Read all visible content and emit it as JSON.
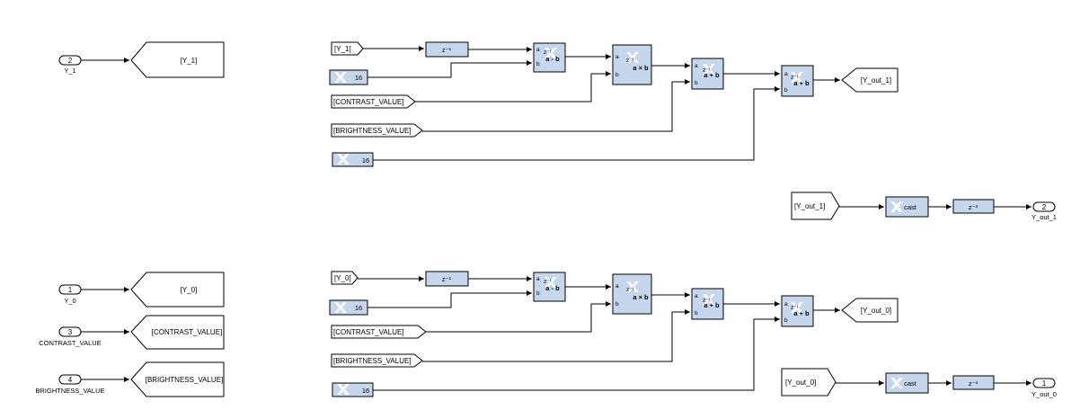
{
  "inports": [
    {
      "num": "2",
      "name": "Y_1"
    },
    {
      "num": "1",
      "name": "Y_0"
    },
    {
      "num": "3",
      "name": "CONTRAST_VALUE"
    },
    {
      "num": "4",
      "name": "BRIGHTNESS_VALUE"
    }
  ],
  "goto_tags": [
    "[Y_1]",
    "[Y_0]",
    "[CONTRAST_VALUE]",
    "[BRIGHTNESS_VALUE]"
  ],
  "channels": [
    {
      "from_y": "[Y_1]",
      "const_a": "16",
      "from_contrast": "[CONTRAST_VALUE]",
      "from_brightness": "[BRIGHTNESS_VALUE]",
      "const_b": "16",
      "goto_out": "[Y_out_1]"
    },
    {
      "from_y": "[Y_0]",
      "const_a": "16",
      "from_contrast": "[CONTRAST_VALUE]",
      "from_brightness": "[BRIGHTNESS_VALUE]",
      "const_b": "16",
      "goto_out": "[Y_out_0]"
    }
  ],
  "output_paths": [
    {
      "from_tag": "[Y_out_1]",
      "cast": "cast",
      "outport_num": "2",
      "outport_name": "Y_out_1"
    },
    {
      "from_tag": "[Y_out_0]",
      "cast": "cast",
      "outport_num": "1",
      "outport_name": "Y_out_0"
    }
  ],
  "block_text": {
    "delay": "z⁻¹",
    "delay_out": "z⁻³",
    "sub_op": "a - b",
    "mul_op": "a × b",
    "add_op": "a + b",
    "port_a": "a",
    "port_b": "b",
    "z_latency": "z⁻¹"
  },
  "colors": {
    "block_fill": "#c6d6ec",
    "line": "#000000",
    "background": "#ffffff"
  }
}
